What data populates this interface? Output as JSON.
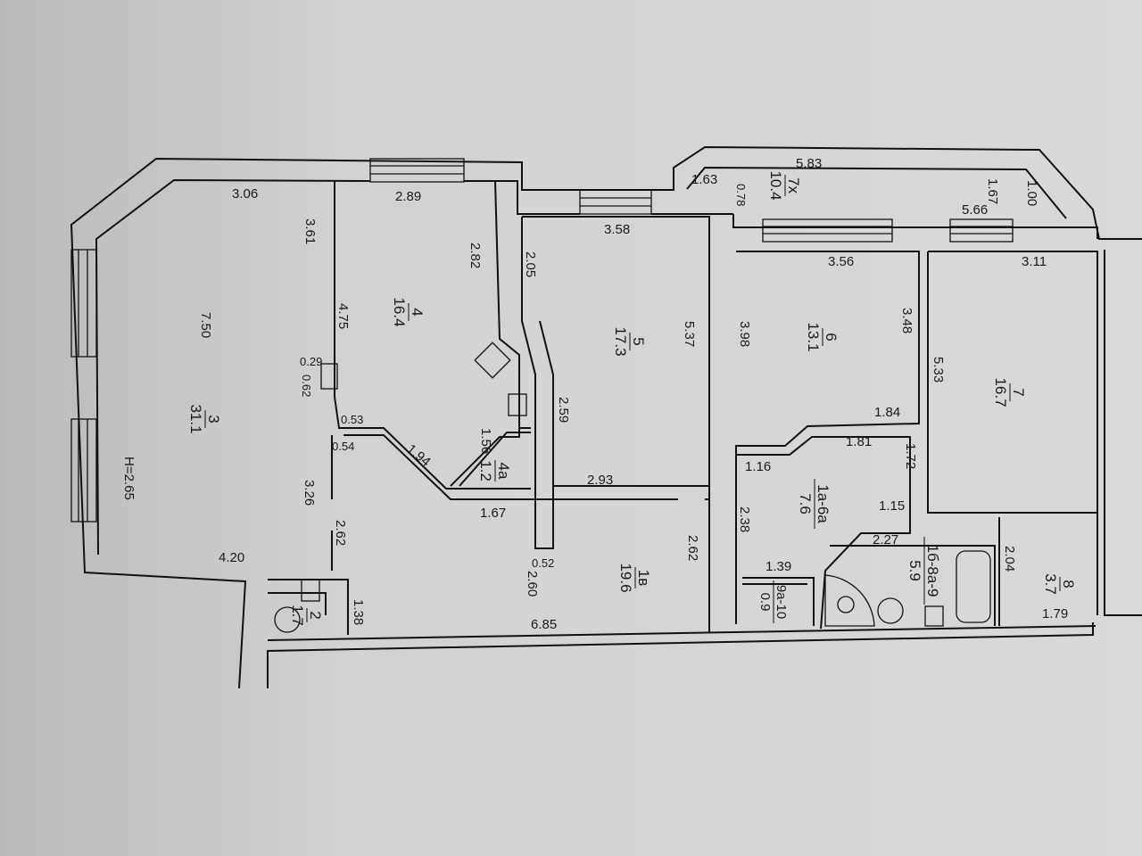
{
  "ceiling_height": "H=2.65",
  "rooms": [
    {
      "id": "3",
      "area": "31.1"
    },
    {
      "id": "4",
      "area": "16.4"
    },
    {
      "id": "4а",
      "area": "1.2"
    },
    {
      "id": "5",
      "area": "17.3"
    },
    {
      "id": "1в",
      "area": "19.6"
    },
    {
      "id": "2",
      "area": "1.7"
    },
    {
      "id": "6",
      "area": "13.1"
    },
    {
      "id": "7",
      "area": "16.7"
    },
    {
      "id": "7х",
      "area": "10.4"
    },
    {
      "id": "1а-6а",
      "area": "7.6"
    },
    {
      "id": "1б-8а-9",
      "area": "5.9"
    },
    {
      "id": "9а-10",
      "area": "0.9"
    },
    {
      "id": "8",
      "area": "3.7"
    }
  ],
  "dimensions": {
    "d306": "3.06",
    "d289": "2.89",
    "d361": "3.61",
    "d750": "7.50",
    "d282": "2.82",
    "d475": "4.75",
    "d029": "0.29",
    "d062": "0.62",
    "d053": "0.53",
    "d054": "0.54",
    "d326": "3.26",
    "d262a": "2.62",
    "d420": "4.20",
    "d138": "1.38",
    "d194": "1.94",
    "d156": "1.56",
    "d167": "1.67",
    "d205": "2.05",
    "d259": "2.59",
    "d358": "3.58",
    "d537": "5.37",
    "d293": "2.93",
    "d052": "0.52",
    "d260": "2.60",
    "d262b": "2.62",
    "d685": "6.85",
    "d163": "1.63",
    "d078": "0.78",
    "d583": "5.83",
    "d167b": "1.67",
    "d100": "1.00",
    "d566": "5.66",
    "d356": "3.56",
    "d311": "3.11",
    "d398": "3.98",
    "d348": "3.48",
    "d533": "5.33",
    "d184": "1.84",
    "d181": "1.81",
    "d116": "1.16",
    "d172": "1.72",
    "d115": "1.15",
    "d238": "2.38",
    "d227": "2.27",
    "d139": "1.39",
    "d204": "2.04",
    "d179": "1.79"
  }
}
